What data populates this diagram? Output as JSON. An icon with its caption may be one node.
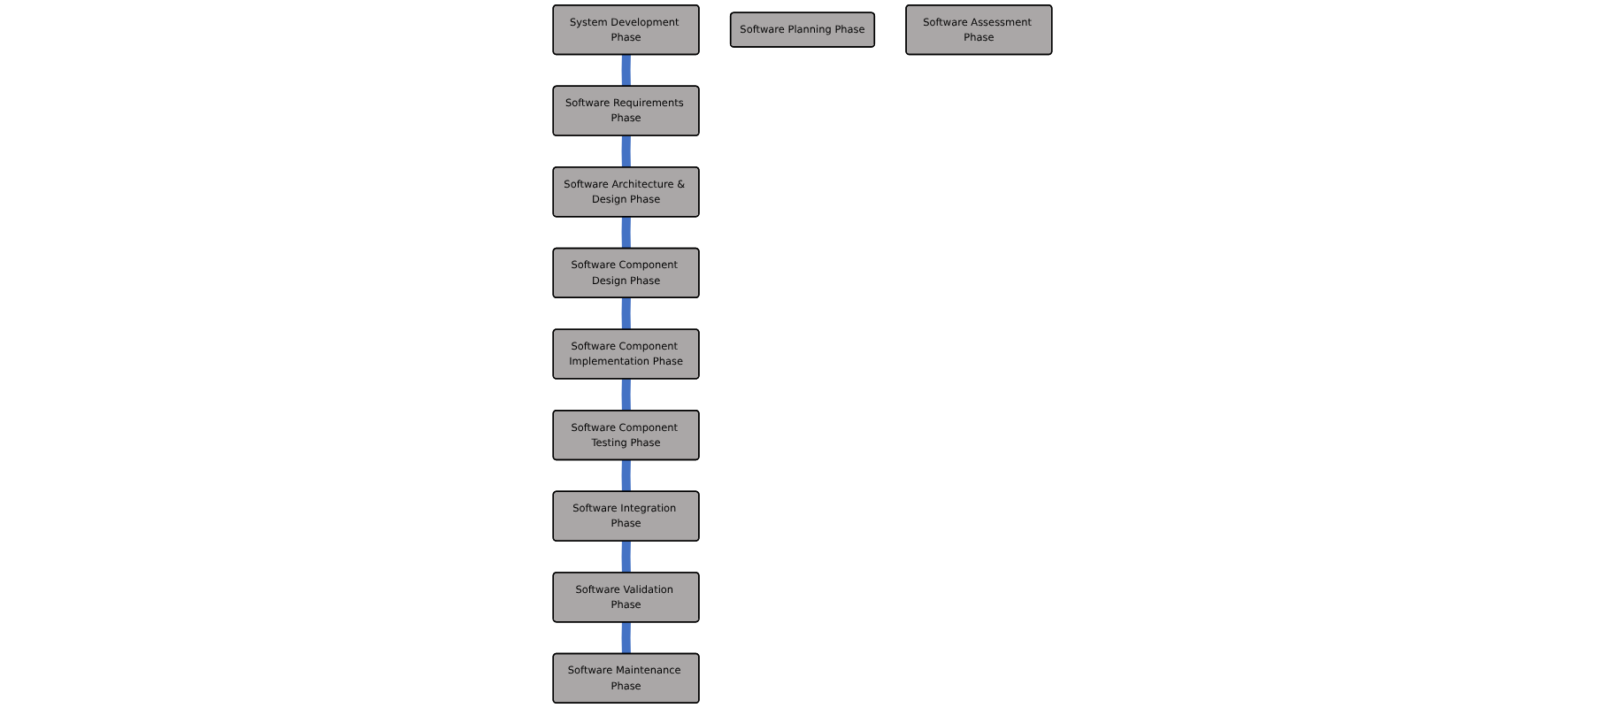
{
  "diagram": {
    "nodes": [
      {
        "text": [
          "System Development Phase"
        ]
      },
      {
        "text": [
          "Software Maintenance Phase"
        ]
      },
      {
        "text": [
          "Software Requirements Phase"
        ]
      },
      {
        "text": [
          "Software Validation Phase"
        ]
      },
      {
        "text": [
          "Software Architecture & Design Phase"
        ]
      },
      {
        "text": [
          "Software Integration Phase"
        ]
      },
      {
        "text": [
          "Software Planning Phase"
        ]
      },
      {
        "text": [
          "Software Assessment Phase"
        ]
      },
      {
        "text": [
          "Software Component Design Phase"
        ]
      },
      {
        "text": [
          "Software Component Testing Phase"
        ]
      },
      {
        "text": [
          "Software Component Implementation Phase"
        ]
      }
    ],
    "edges": [
      {
        "from": 0,
        "to": 2,
        "arrow": "none"
      },
      {
        "from": 2,
        "to": 4,
        "arrow": "none"
      },
      {
        "from": 4,
        "to": 8,
        "arrow": "none"
      },
      {
        "from": 8,
        "to": 10,
        "arrow": "none"
      },
      {
        "from": 10,
        "to": 9,
        "arrow": "none"
      },
      {
        "from": 9,
        "to": 5,
        "arrow": "none"
      },
      {
        "from": 5,
        "to": 3,
        "arrow": "none"
      },
      {
        "from": 3,
        "to": 1,
        "arrow": "none"
      }
    ]
  }
}
